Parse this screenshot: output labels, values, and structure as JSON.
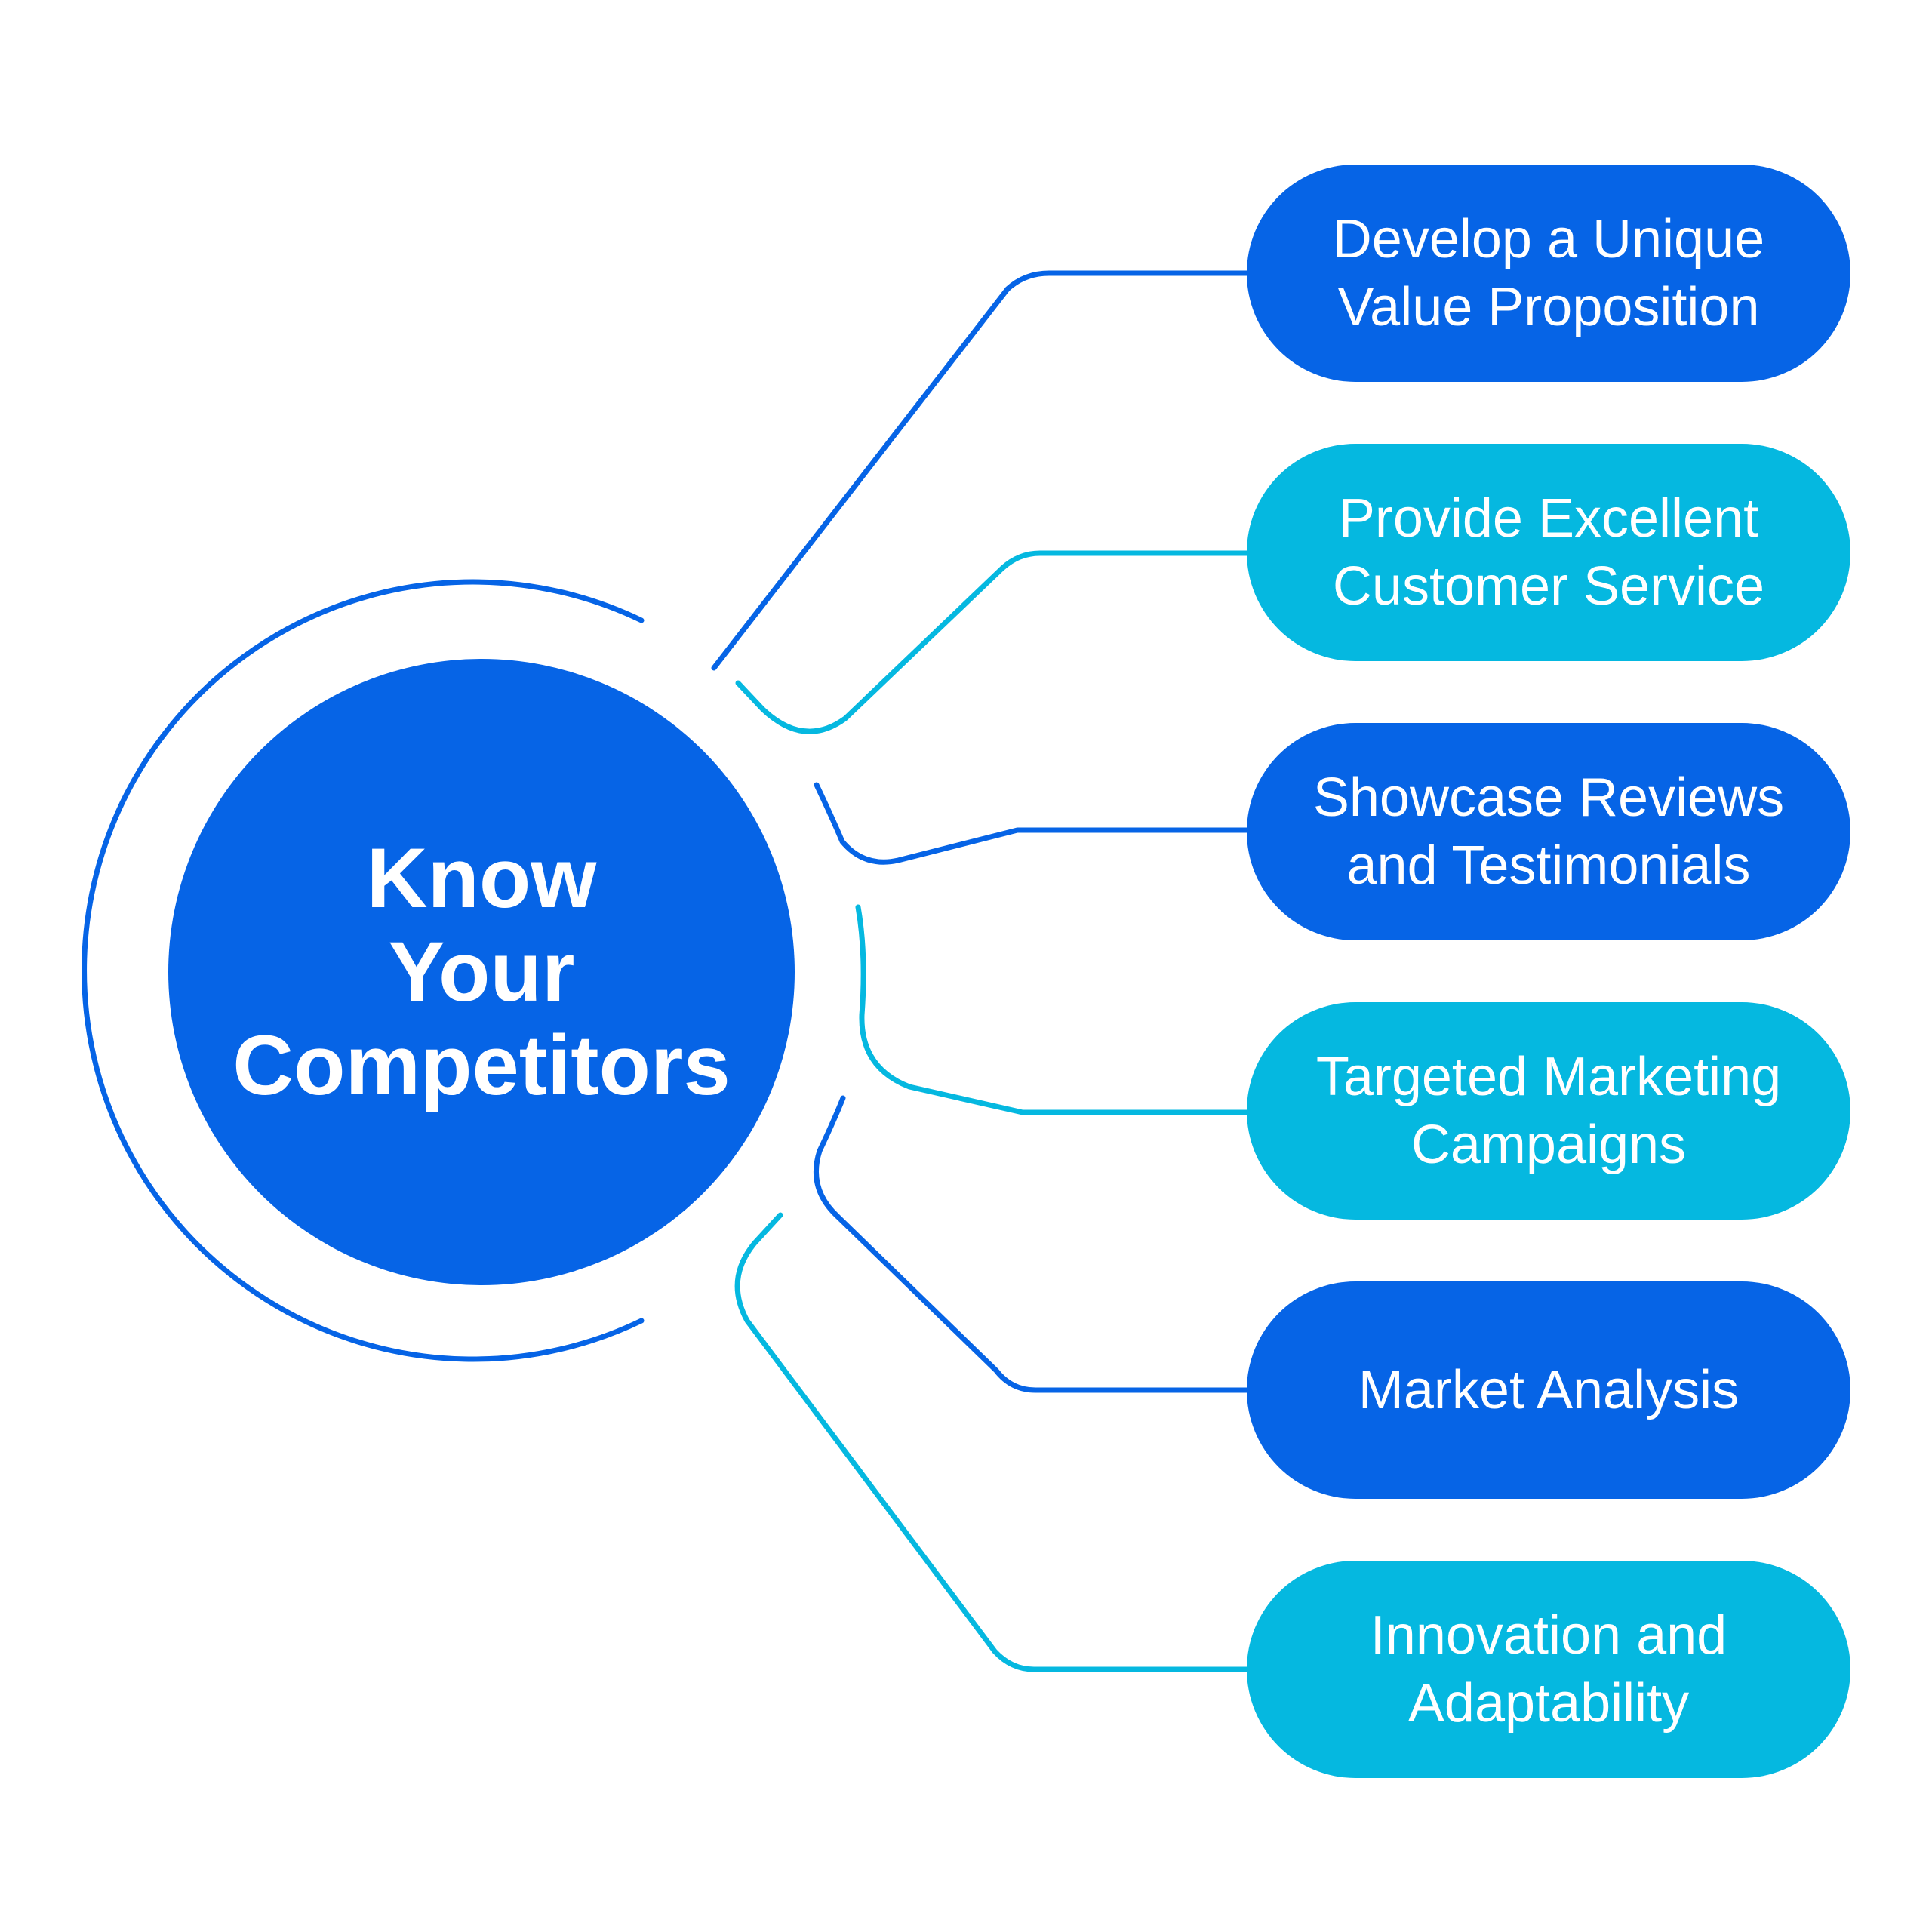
{
  "colors": {
    "dark_blue": "#0664E6",
    "light_blue": "#05B8E0",
    "background": "#FFFFFF"
  },
  "hub": {
    "title": "Know\nYour\nCompetitors",
    "color": "#0664E6"
  },
  "items": [
    {
      "label": "Develop a Unique\nValue Proposition",
      "color": "#0664E6"
    },
    {
      "label": "Provide Excellent\nCustomer Service",
      "color": "#05B8E0"
    },
    {
      "label": "Showcase Reviews\nand Testimonials",
      "color": "#0664E6"
    },
    {
      "label": "Targeted Marketing\nCampaigns",
      "color": "#05B8E0"
    },
    {
      "label": "Market Analysis",
      "color": "#0664E6"
    },
    {
      "label": "Innovation and\nAdaptability",
      "color": "#05B8E0"
    }
  ]
}
